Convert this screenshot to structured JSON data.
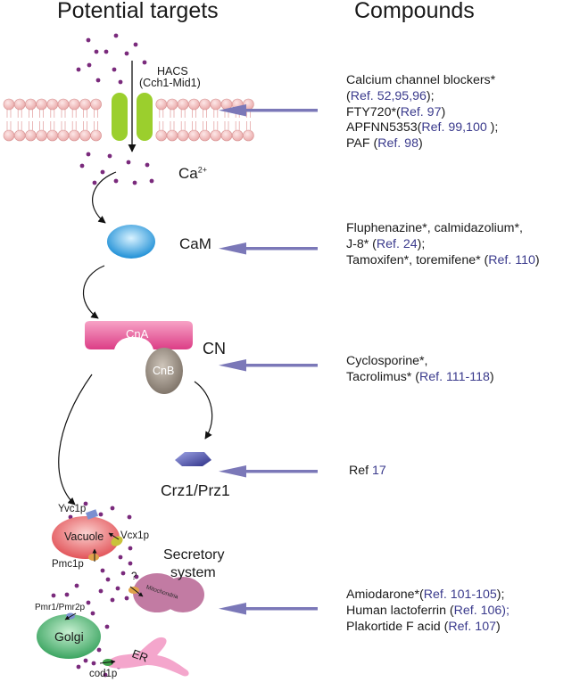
{
  "headers": {
    "targets": "Potential targets",
    "compounds": "Compounds"
  },
  "labels": {
    "hacs": "HACS",
    "hacs_sub": "(Cch1-Mid1)",
    "ca_base": "Ca",
    "ca_sup": "2+",
    "cam": "CaM",
    "cna": "CnA",
    "cnb": "CnB",
    "cn": "CN",
    "crz": "Crz1/Prz1",
    "yvc": "Yvc1p",
    "vcx": "Vcx1p",
    "vacuole": "Vacuole",
    "pmc": "Pmc1p",
    "secretory_1": "Secretory",
    "secretory_2": "system",
    "question": "?",
    "mito": "Mitochondria",
    "pmr": "Pmr1/Pmr2p",
    "golgi": "Golgi",
    "er": "ER",
    "cod": "cod1p"
  },
  "compounds": {
    "g1": [
      [
        {
          "t": "Calcium channel blockers*",
          "ref": false
        }
      ],
      [
        {
          "t": "(",
          "ref": false
        },
        {
          "t": "Ref. 52,95,96",
          "ref": true
        },
        {
          "t": ");",
          "ref": false
        }
      ],
      [
        {
          "t": "FTY720*(",
          "ref": false
        },
        {
          "t": "Ref. 97",
          "ref": true
        },
        {
          "t": ")",
          "ref": false
        }
      ],
      [
        {
          "t": "APFNN5353(",
          "ref": false
        },
        {
          "t": "Ref. 99,100",
          "ref": true
        },
        {
          "t": " );",
          "ref": false
        }
      ],
      [
        {
          "t": "PAF (",
          "ref": false
        },
        {
          "t": "Ref. 98",
          "ref": true
        },
        {
          "t": ")",
          "ref": false
        }
      ]
    ],
    "g2": [
      [
        {
          "t": "Fluphenazine*, calmidazolium*,",
          "ref": false
        }
      ],
      [
        {
          "t": "J-8* (",
          "ref": false
        },
        {
          "t": "Ref. 24",
          "ref": true
        },
        {
          "t": ");",
          "ref": false
        }
      ],
      [
        {
          "t": "Tamoxifen*, toremifene* (",
          "ref": false
        },
        {
          "t": "Ref. 110",
          "ref": true
        },
        {
          "t": ")",
          "ref": false
        }
      ]
    ],
    "g3": [
      [
        {
          "t": "Cyclosporine*,",
          "ref": false
        }
      ],
      [
        {
          "t": "Tacrolimus* (",
          "ref": false
        },
        {
          "t": "Ref. 111-118",
          "ref": true
        },
        {
          "t": ")",
          "ref": false
        }
      ]
    ],
    "g4": [
      [
        {
          "t": "Ref ",
          "ref": false
        },
        {
          "t": "17",
          "ref": true
        }
      ]
    ],
    "g5": [
      [
        {
          "t": "Amiodarone*(",
          "ref": false
        },
        {
          "t": "Ref. 101-105",
          "ref": true
        },
        {
          "t": ");",
          "ref": false
        }
      ],
      [
        {
          "t": "Human lactoferrin (",
          "ref": false
        },
        {
          "t": "Ref. 106",
          "ref": true
        },
        {
          "t": ");",
          "ref": true
        }
      ],
      [
        {
          "t": "Plakortide F acid (",
          "ref": false
        },
        {
          "t": "Ref. 107",
          "ref": true
        },
        {
          "t": ")",
          "ref": false
        }
      ]
    ]
  },
  "colors": {
    "arrow": "#7b78b8",
    "membrane_bead": "#f2c4c4",
    "channel": "#9bcf2d",
    "dots": "#7a2a7c",
    "ref": "#3a3a8c",
    "cam": "#2a9de0",
    "cna": "#e0408a",
    "cnb": "#8a7f72",
    "crz": "#3b3ea0",
    "vacuole": "#e8545a",
    "golgi": "#3fb56c",
    "mito": "#c27ba3",
    "er": "#f4a6cc"
  }
}
